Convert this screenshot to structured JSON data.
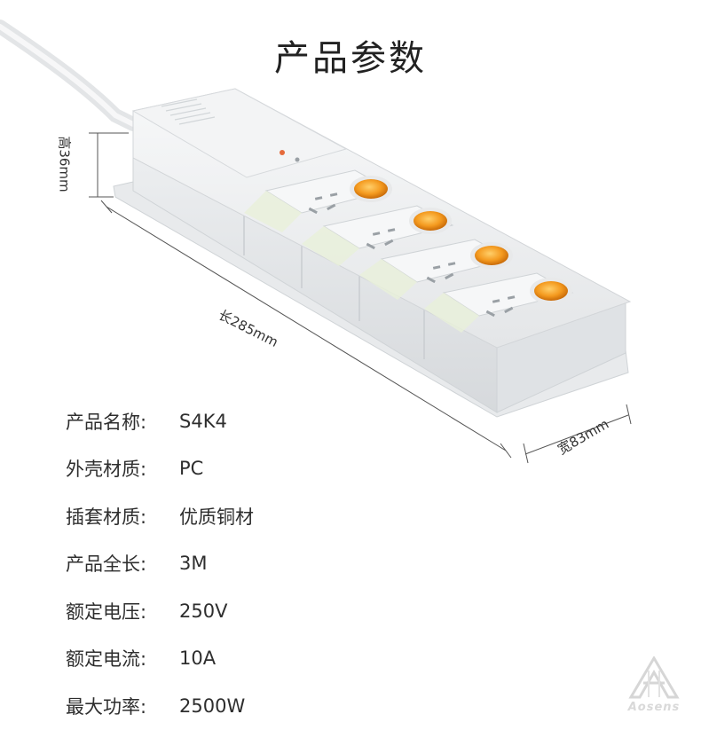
{
  "page": {
    "title": "产品参数"
  },
  "dimensions": {
    "height": "高36mm",
    "length": "长285mm",
    "width": "宽83mm"
  },
  "device": {
    "socket_count": 4,
    "switch_color": "#f49a1f",
    "body_color": "#f1f2f3",
    "accent_color": "#e9f0d9"
  },
  "specs": [
    {
      "label": "产品名称:",
      "value": "S4K4"
    },
    {
      "label": "外壳材质:",
      "value": "PC"
    },
    {
      "label": "插套材质:",
      "value": "优质铜材"
    },
    {
      "label": "产品全长:",
      "value": "3M"
    },
    {
      "label": "额定电压:",
      "value": "250V"
    },
    {
      "label": "额定电流:",
      "value": "10A"
    },
    {
      "label": "最大功率:",
      "value": "2500W"
    }
  ],
  "brand": {
    "logo_text": "Aosens"
  }
}
